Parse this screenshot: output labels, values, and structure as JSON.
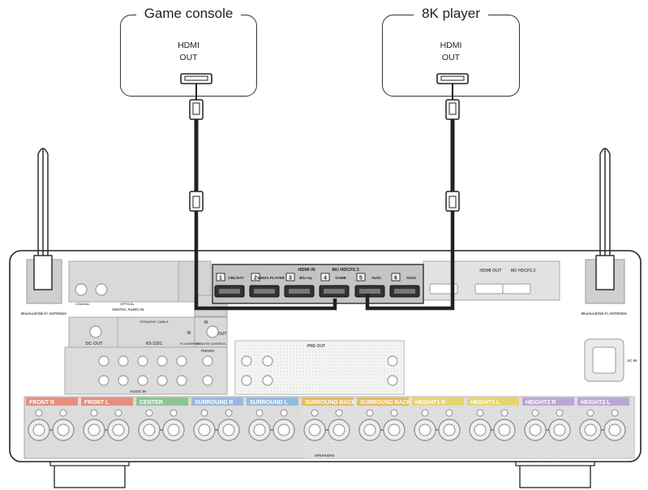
{
  "devices": {
    "game_console": {
      "title": "Game console",
      "port_line1": "HDMI",
      "port_line2": "OUT"
    },
    "player_8k": {
      "title": "8K player",
      "port_line1": "HDMI",
      "port_line2": "OUT"
    }
  },
  "receiver": {
    "hdmi_in_title": "HDMI IN",
    "hdmi_in_subtitle": "8K/ HDCP2.3",
    "hdmi_inputs": [
      {
        "num": "1",
        "label": "CBL/SAT"
      },
      {
        "num": "2",
        "label": "MEDIA PLAYER"
      },
      {
        "num": "3",
        "label": "Blu-ray"
      },
      {
        "num": "4",
        "label": "GAME"
      },
      {
        "num": "5",
        "label": "AUX1"
      },
      {
        "num": "6",
        "label": "AUX2"
      }
    ],
    "hdmi_out_title": "HDMI OUT",
    "hdmi_out_subtitle": "8K/ HDCP2.3",
    "antenna_left_label": "Bluetooth/Wi-Fi ANTENNA",
    "antenna_right_label": "Bluetooth/Wi-Fi ANTENNA",
    "digital_audio_in": "DIGITAL AUDIO IN",
    "coaxial": "COAXIAL",
    "optical": "OPTICAL",
    "dc_out": "DC OUT",
    "rs232c": "RS-232C",
    "straight_cable": "STRAIGHT CABLE",
    "flasher_in": "FLASHER IN",
    "remote_control": "REMOTE CONTROL",
    "in_label": "IN",
    "out_label": "OUT",
    "ir_label": "IR",
    "audio_in": "AUDIO IN",
    "pre_out": "PRE OUT",
    "phono": "PHONO",
    "ac_in": "AC IN",
    "speakers": "SPEAKERS",
    "speaker_groups": [
      {
        "label": "FRONT",
        "tag": "R",
        "color": "#e8806d"
      },
      {
        "label": "FRONT",
        "tag": "L",
        "color": "#e8806d"
      },
      {
        "label": "CENTER",
        "tag": "",
        "color": "#7ec18a"
      },
      {
        "label": "SURROUND",
        "tag": "R",
        "color": "#8ab4e0"
      },
      {
        "label": "SURROUND",
        "tag": "L",
        "color": "#8ab4e0"
      },
      {
        "label": "SURROUND BACK",
        "tag": "R",
        "color": "#e4b44a"
      },
      {
        "label": "SURROUND BACK",
        "tag": "L",
        "color": "#e4b44a"
      },
      {
        "label": "HEIGHT1",
        "tag": "R",
        "color": "#e6d25c"
      },
      {
        "label": "HEIGHT1",
        "tag": "L",
        "color": "#e6d25c"
      },
      {
        "label": "HEIGHT2",
        "tag": "R",
        "color": "#b59bd6"
      },
      {
        "label": "HEIGHT2",
        "tag": "L",
        "color": "#b59bd6"
      }
    ]
  }
}
